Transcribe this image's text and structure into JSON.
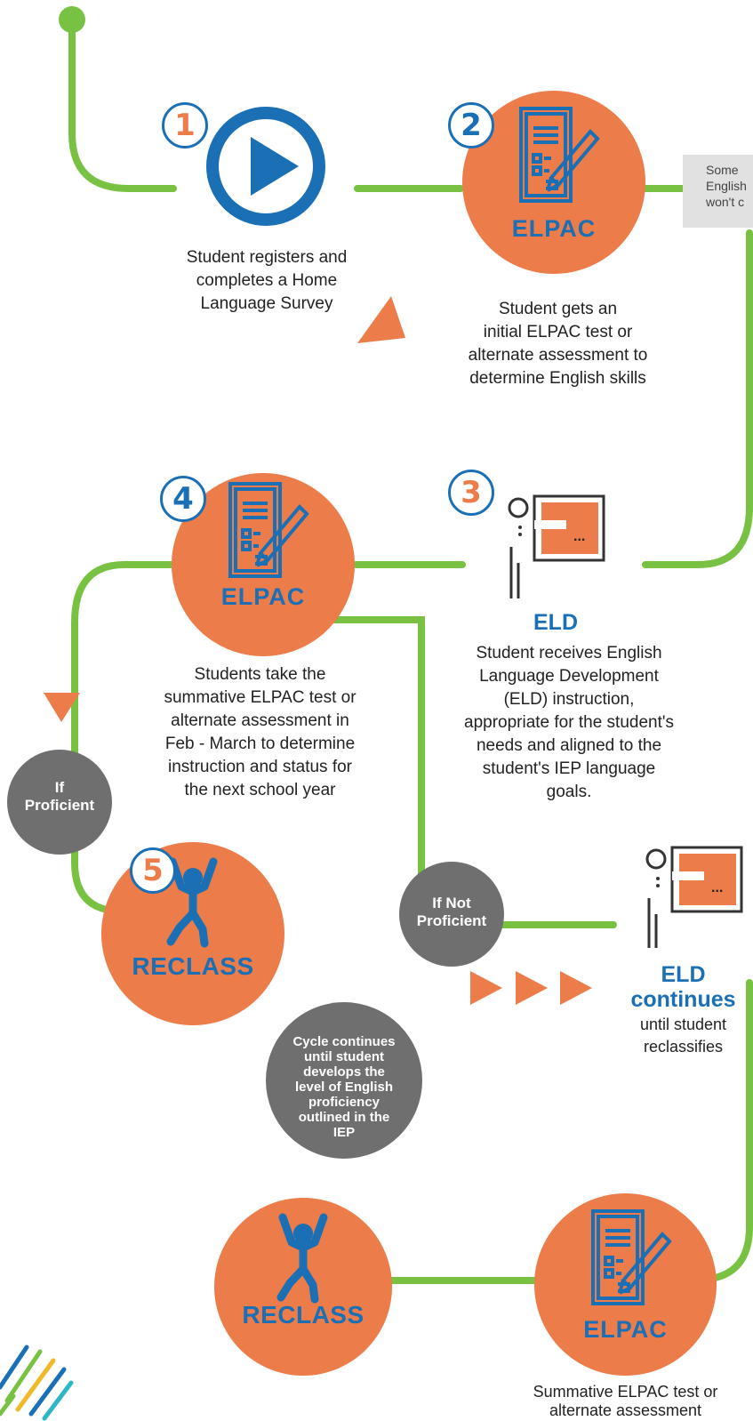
{
  "colors": {
    "green": "#79c143",
    "orange": "#ec7c4a",
    "blue": "#1a6fb5",
    "grey": "#6f6f6f",
    "note_bg": "#e1e1e1"
  },
  "steps": {
    "step1": {
      "number": "1",
      "text_lines": [
        "Student registers and",
        "completes a Home",
        "Language Survey"
      ],
      "icon": "play-icon"
    },
    "step2": {
      "number": "2",
      "label": "ELPAC",
      "text_lines": [
        "Student gets an",
        "initial ELPAC test or",
        "alternate assessment to",
        "determine English skills"
      ],
      "icon": "test-form-icon"
    },
    "step3": {
      "number": "3",
      "heading": "ELD",
      "text_lines": [
        "Student receives English",
        "Language Development",
        "(ELD) instruction,",
        "appropriate for the student's",
        "needs and aligned to the",
        "student's IEP language",
        "goals."
      ],
      "icon": "teacher-board-icon"
    },
    "step4": {
      "number": "4",
      "label": "ELPAC",
      "text_lines": [
        "Students take the",
        "summative ELPAC test or",
        "alternate assessment in",
        "Feb - March to determine",
        "instruction and status for",
        "the next school year"
      ],
      "icon": "test-form-icon"
    },
    "step5": {
      "number": "5",
      "label": "RECLASS",
      "icon": "jumping-person-icon"
    }
  },
  "note_box": {
    "lines": [
      "Some",
      "English",
      "won't c"
    ]
  },
  "branches": {
    "if_proficient": [
      "If",
      "Proficient"
    ],
    "if_not_proficient": [
      "If Not",
      "Proficient"
    ]
  },
  "eld_continues": {
    "heading_lines": [
      "ELD",
      "continues"
    ],
    "text_lines": [
      "until student",
      "reclassifies"
    ],
    "icon": "teacher-board-icon"
  },
  "cycle_note": {
    "lines": [
      "Cycle continues",
      "until student",
      "develops the",
      "level of English",
      "proficiency",
      "outlined in the",
      "IEP"
    ]
  },
  "bottom": {
    "reclass_label": "RECLASS",
    "elpac_label": "ELPAC",
    "text_lines": [
      "Summative ELPAC test or",
      "alternate assessment"
    ]
  },
  "board_dots": "..."
}
